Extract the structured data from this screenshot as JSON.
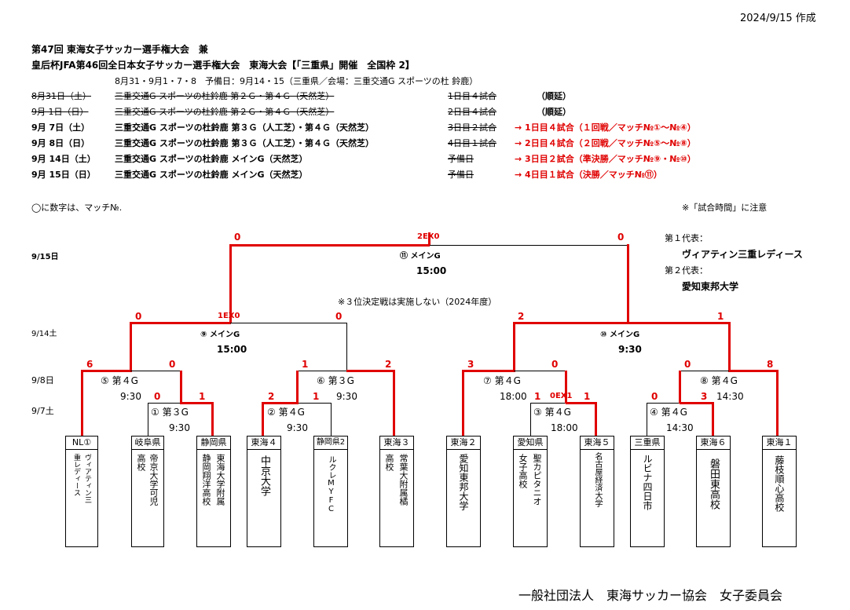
{
  "created": "2024/9/15 作成",
  "title_line1": "第47回 東海女子サッカー選手権大会　兼",
  "title_line2": "皇后杯JFA第46回全日本女子サッカー選手権大会　東海大会【「三重県」開催　全国枠 2】",
  "dates_line": "8月31・9月1・7・8　予備日：9月14・15（三重県／会場：三重交通G スポーツの杜 鈴鹿）",
  "schedule": [
    {
      "date": "8月31日（土）",
      "venue": "三重交通G スポーツの杜鈴鹿 第２Ｇ・第４Ｇ（天然芝）",
      "plan": "1日目４試合",
      "note": "（順延）",
      "struck": true
    },
    {
      "date": "9月 1日（日）",
      "venue": "三重交通G スポーツの杜鈴鹿 第２Ｇ・第４Ｇ（天然芝）",
      "plan": "2日目４試合",
      "note": "（順延）",
      "struck": true
    },
    {
      "date": "9月 7日（土）",
      "venue": "三重交通G スポーツの杜鈴鹿 第３Ｇ（人工芝）・第４Ｇ（天然芝）",
      "plan": "3日目２試合",
      "note": "→ 1日目４試合（１回戦／マッチ№①～№④）",
      "struck": false
    },
    {
      "date": "9月 8日（日）",
      "venue": "三重交通G スポーツの杜鈴鹿 第３Ｇ（人工芝）・第４Ｇ（天然芝）",
      "plan": "4日目１試合",
      "note": "→ 2日目４試合（２回戦／マッチ№⑤～№⑧）",
      "struck": false
    },
    {
      "date": "9月 14日（土）",
      "venue": "三重交通G スポーツの杜鈴鹿 メインG（天然芝）",
      "plan": "予備日",
      "note": "→ 3日目２試合（準決勝／マッチ№⑨・№⑩）",
      "struck": false
    },
    {
      "date": "9月 15日（日）",
      "venue": "三重交通G スポーツの杜鈴鹿 メインG（天然芝）",
      "plan": "予備日",
      "note": "→ 4日目１試合（決勝／マッチ№⑪）",
      "struck": false
    }
  ],
  "note_left": "◯に数字は、マッチ№.",
  "note_right": "※「試合時間」に注意",
  "third_place_note": "※３位決定戦は実施しない（2024年度）",
  "rep1_label": "第１代表：",
  "rep1_name": "ヴィアティン三重レディース",
  "rep2_label": "第２代表：",
  "rep2_name": "愛知東邦大学",
  "rounds": {
    "final": "9/15日",
    "semi": "9/14土",
    "r2": "9/8日",
    "r1": "9/7土"
  },
  "matches": {
    "m11": {
      "label": "⑪ メインG",
      "time": "15:00",
      "left": "0",
      "right": "0",
      "extra": "2EX0"
    },
    "m9": {
      "label": "⑨ メインG",
      "time": "15:00",
      "left": "0",
      "right": "0",
      "extra": "1EX0"
    },
    "m10": {
      "label": "⑩ メインG",
      "time": "9:30",
      "left": "2",
      "right": "1"
    },
    "m5": {
      "label": "⑤ 第４G",
      "time": "9:30",
      "left": "6",
      "right": "0"
    },
    "m6": {
      "label": "⑥ 第３G",
      "time": "9:30",
      "left": "1",
      "right": "2"
    },
    "m7": {
      "label": "⑦ 第４G",
      "time": "18:00",
      "left": "3",
      "right": "0"
    },
    "m8": {
      "label": "⑧ 第４G",
      "time": "14:30",
      "left": "0",
      "right": "8"
    },
    "m1": {
      "label": "① 第３G",
      "time": "9:30",
      "left": "0",
      "right": "1"
    },
    "m2": {
      "label": "② 第４G",
      "time": "9:30",
      "left": "2",
      "right": "1"
    },
    "m3": {
      "label": "③ 第４G",
      "time": "18:00",
      "left": "1",
      "right": "1",
      "extra": "0EX1"
    },
    "m4": {
      "label": "④ 第４G",
      "time": "14:30",
      "left": "0",
      "right": "3"
    }
  },
  "teams": [
    {
      "head": "NL①",
      "cols": [
        "ヴィアティン三",
        "重レディース"
      ]
    },
    {
      "head": "岐阜県",
      "cols": [
        "帝京大学可児",
        "高校"
      ]
    },
    {
      "head": "静岡県",
      "cols": [
        "東海大学附属",
        "静岡翔洋高校"
      ]
    },
    {
      "head": "東海４",
      "cols": [
        "中京大学"
      ]
    },
    {
      "head": "静岡県2",
      "cols": [
        "ルクレMYFC"
      ]
    },
    {
      "head": "東海３",
      "cols": [
        "常葉大附属橘",
        "高校"
      ]
    },
    {
      "head": "東海２",
      "cols": [
        "愛知東邦大学"
      ]
    },
    {
      "head": "愛知県",
      "cols": [
        "聖カピタニオ",
        "女子高校"
      ]
    },
    {
      "head": "東海５",
      "cols": [
        "名古屋経済大学"
      ]
    },
    {
      "head": "三重県",
      "cols": [
        "ルビナ四日市"
      ]
    },
    {
      "head": "東海６",
      "cols": [
        "磐田東高校"
      ]
    },
    {
      "head": "東海１",
      "cols": [
        "藤枝順心高校"
      ]
    }
  ],
  "footer": "一般社団法人　東海サッカー協会　女子委員会",
  "colors": {
    "winner_line": "#e00000",
    "line": "#000000"
  }
}
